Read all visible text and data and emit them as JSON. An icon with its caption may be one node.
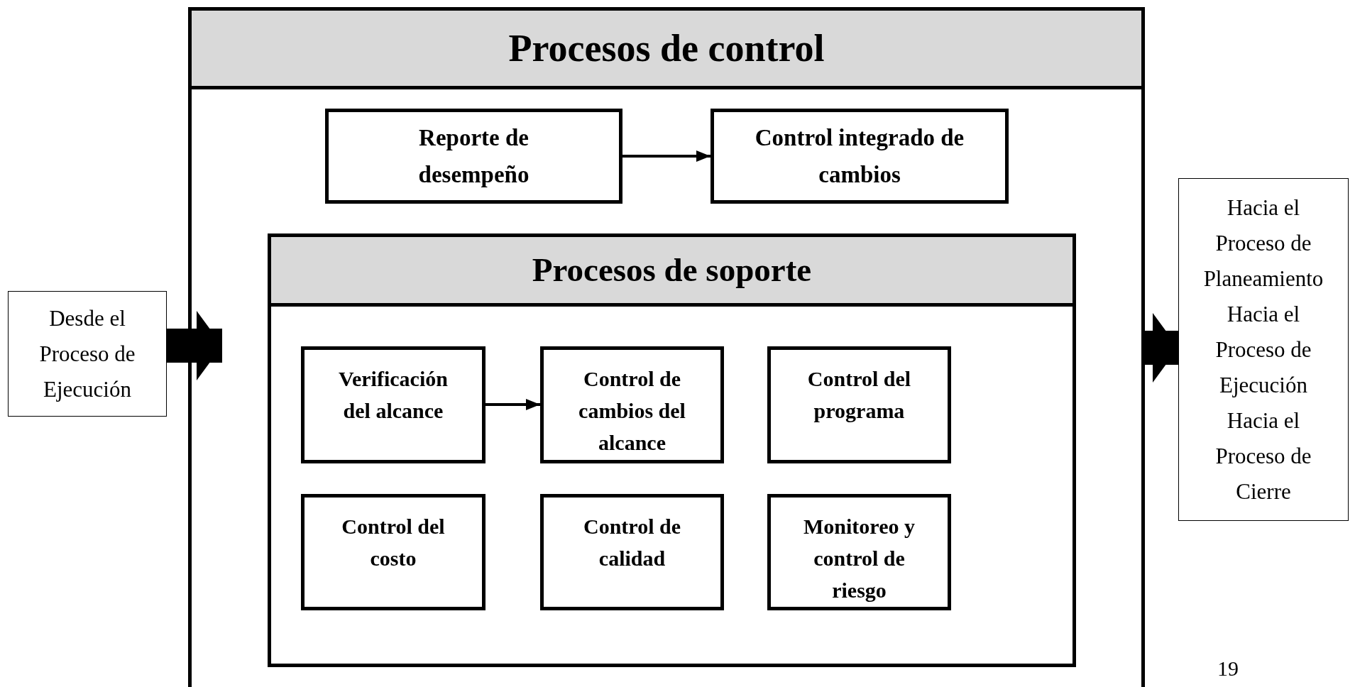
{
  "diagram": {
    "nodes": [
      {
        "text": [
          "Procesos de control"
        ]
      },
      {
        "text": [
          "Reporte de desempeño"
        ],
        "in": 0
      },
      {
        "text": [
          "Control integrado de cambios"
        ],
        "in": 0
      },
      {
        "text": [
          "Procesos de soporte"
        ],
        "in": 0
      },
      {
        "text": [
          "Verificación del alcance"
        ],
        "in": 3
      },
      {
        "text": [
          "Control de cambios del alcance"
        ],
        "in": 3
      },
      {
        "text": [
          "Control del programa"
        ],
        "in": 3
      },
      {
        "text": [
          "Control del costo"
        ],
        "in": 3
      },
      {
        "text": [
          "Control de calidad"
        ],
        "in": 3
      },
      {
        "text": [
          "Monitoreo y control de riesgo"
        ],
        "in": 3
      },
      {
        "text": [
          "Desde el Proceso de Ejecución"
        ]
      },
      {
        "text": [
          "Hacia el Proceso de Planeamiento",
          "Hacia el Proceso de Ejecución",
          "Hacia el Proceso de Cierre"
        ]
      }
    ],
    "edges": [
      {
        "from": 1,
        "to": 2,
        "arrow": "to"
      },
      {
        "from": 4,
        "to": 5,
        "arrow": "to"
      },
      {
        "from": 10,
        "to": 0,
        "arrow": "to",
        "style": "thick"
      },
      {
        "from": 0,
        "to": 11,
        "arrow": "to",
        "style": "thick"
      }
    ],
    "labels": [
      "19"
    ]
  }
}
